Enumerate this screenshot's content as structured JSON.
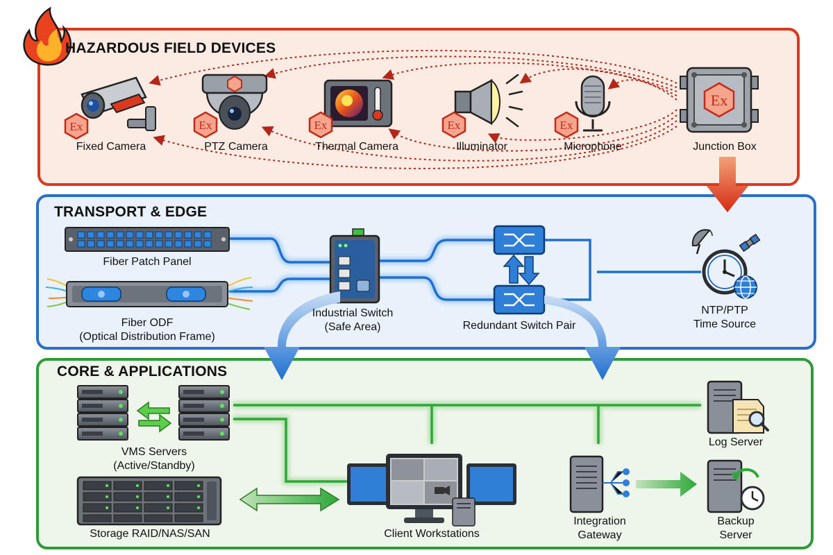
{
  "zones": {
    "field": {
      "title": "HAZARDOUS FIELD DEVICES",
      "color": "#d93a1f",
      "fill": "#fcebe2"
    },
    "transport": {
      "title": "TRANSPORT & EDGE",
      "color": "#2a6fc4",
      "fill": "#e9f1fb"
    },
    "core": {
      "title": "CORE & APPLICATIONS",
      "color": "#2f9a3a",
      "fill": "#eef5ea"
    }
  },
  "devices": {
    "fixed_camera": {
      "label": "Fixed Camera",
      "badge": "Ex"
    },
    "ptz_camera": {
      "label": "PTZ Camera",
      "badge": "Ex"
    },
    "thermal_camera": {
      "label": "Thermal Camera",
      "badge": "Ex"
    },
    "illuminator": {
      "label": "Illuminator",
      "badge": "Ex"
    },
    "microphone": {
      "label": "Microphone",
      "badge": "Ex"
    },
    "junction_box": {
      "label": "Junction Box",
      "badge": "Ex"
    }
  },
  "transport": {
    "fiber_patch_panel": {
      "label": "Fiber Patch Panel"
    },
    "fiber_odf": {
      "label_line1": "Fiber ODF",
      "label_line2": "(Optical Distribution Frame)"
    },
    "industrial_switch": {
      "label_line1": "Industrial Switch",
      "label_line2": "(Safe Area)"
    },
    "redundant_switch": {
      "label": "Redundant Switch Pair"
    },
    "time_source": {
      "label_line1": "NTP/PTP",
      "label_line2": "Time Source"
    }
  },
  "core": {
    "vms_servers": {
      "label_line1": "VMS Servers",
      "label_line2": "(Active/Standby)"
    },
    "storage": {
      "label": "Storage RAID/NAS/SAN"
    },
    "workstations": {
      "label": "Client Workstations"
    },
    "gateway": {
      "label_line1": "Integration",
      "label_line2": "Gateway"
    },
    "log_server": {
      "label": "Log Server"
    },
    "backup_server": {
      "label_line1": "Backup",
      "label_line2": "Server"
    }
  },
  "icons": [
    "flame-icon",
    "ex-badge-icon",
    "satellite-icon",
    "clock-icon",
    "globe-icon",
    "magnifier-icon"
  ]
}
